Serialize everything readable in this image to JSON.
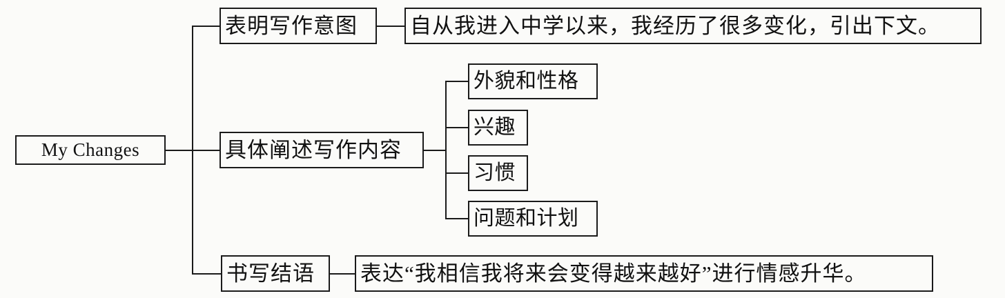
{
  "diagram": {
    "type": "mind-map",
    "title": "My Changes",
    "root": {
      "label": "My Changes"
    },
    "branches": [
      {
        "id": "branch-intro",
        "label": "表明写作意图",
        "detail": "自从我进入中学以来，我经历了很多变化，引出下文。",
        "children": []
      },
      {
        "id": "branch-body",
        "label": "具体阐述写作内容",
        "detail": "",
        "children": [
          {
            "id": "child-appearance",
            "label": "外貌和性格"
          },
          {
            "id": "child-interest",
            "label": "兴趣"
          },
          {
            "id": "child-habit",
            "label": "习惯"
          },
          {
            "id": "child-problem",
            "label": "问题和计划"
          }
        ]
      },
      {
        "id": "branch-conclusion",
        "label": "书写结语",
        "detail": "表达“我相信我将来会变得越来越好”进行情感升华。",
        "children": []
      }
    ]
  },
  "colors": {
    "background": "#fbfbf9",
    "stroke": "#1a1a1a",
    "text": "#111111"
  }
}
